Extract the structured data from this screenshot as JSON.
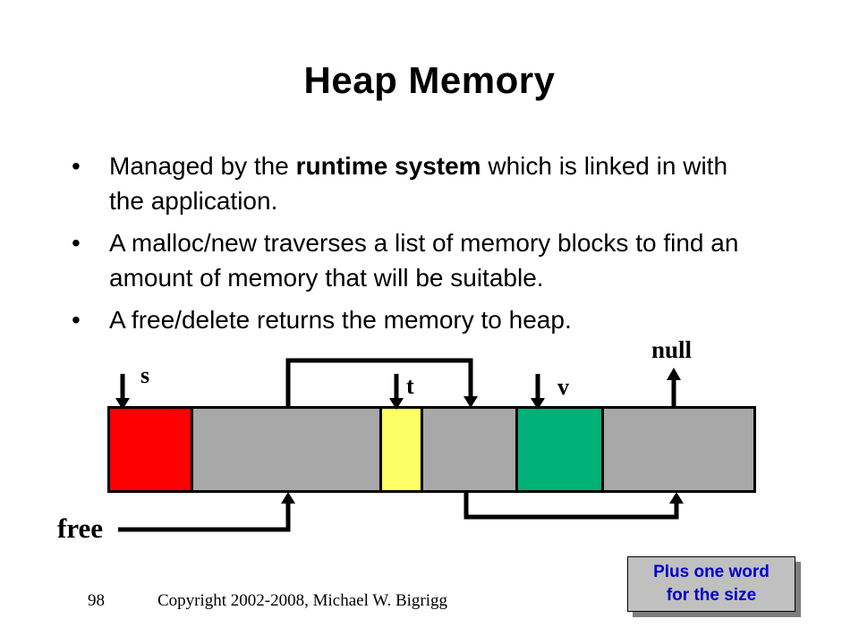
{
  "slide": {
    "title": "Heap Memory"
  },
  "bullets": {
    "marker": "•",
    "items": [
      {
        "pre": "Managed by the ",
        "bold": "runtime system",
        "post": " which is linked in with the application."
      },
      {
        "pre": "A malloc/new traverses a list of memory blocks to find an amount of memory that will be suitable.",
        "bold": "",
        "post": ""
      },
      {
        "pre": "A free/delete returns the memory to heap.",
        "bold": "",
        "post": ""
      }
    ]
  },
  "diagram": {
    "labels": {
      "s": "s",
      "t": "t",
      "v": "v",
      "null": "null",
      "free": "free"
    },
    "colors": {
      "allocated_s": "#ff0000",
      "allocated_t": "#ffff66",
      "allocated_v": "#00b277",
      "free_block": "#a8a8a8",
      "arrow": "#000000"
    }
  },
  "footer": {
    "page_number": "98",
    "copyright": "Copyright 2002-2008, Michael W. Bigrigg"
  },
  "callout": {
    "text": "Plus one word for the size",
    "text_color": "#0000cc",
    "background": "#c0c0c0"
  }
}
